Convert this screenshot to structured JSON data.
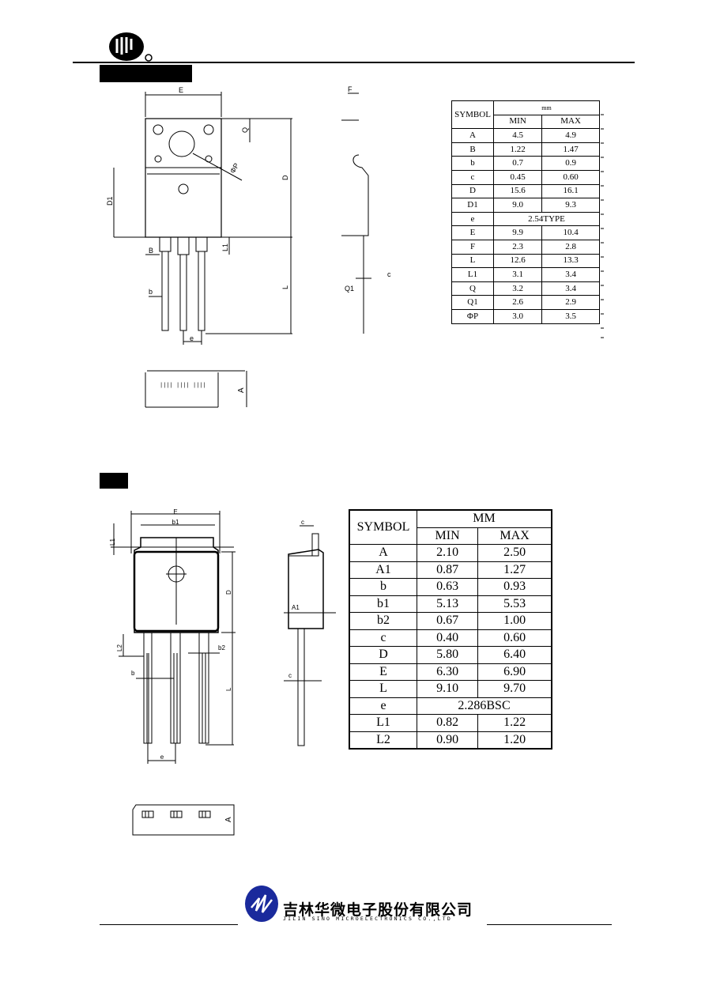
{
  "company": {
    "name_cn": "吉林华微电子股份有限公司",
    "name_en": "JILIN SINO MICROELECTRONICS CO.,LTD"
  },
  "package1": {
    "labels": {
      "E": "E",
      "F": "F",
      "Q": "Q",
      "phiP": "ΦP",
      "D": "D",
      "D1": "D1",
      "B": "B",
      "L1": "L1",
      "b": "b",
      "L": "L",
      "c": "c",
      "Q1": "Q1",
      "e": "e",
      "A": "A"
    },
    "table": {
      "header_symbol": "SYMBOL",
      "header_unit": "mm",
      "header_min": "MIN",
      "header_max": "MAX",
      "rows": [
        {
          "sym": "A",
          "min": "4.5",
          "max": "4.9"
        },
        {
          "sym": "B",
          "min": "1.22",
          "max": "1.47"
        },
        {
          "sym": "b",
          "min": "0.7",
          "max": "0.9"
        },
        {
          "sym": "c",
          "min": "0.45",
          "max": "0.60"
        },
        {
          "sym": "D",
          "min": "15.6",
          "max": "16.1"
        },
        {
          "sym": "D1",
          "min": "9.0",
          "max": "9.3"
        },
        {
          "sym": "e",
          "span": "2.54TYPE"
        },
        {
          "sym": "E",
          "min": "9.9",
          "max": "10.4"
        },
        {
          "sym": "F",
          "min": "2.3",
          "max": "2.8"
        },
        {
          "sym": "L",
          "min": "12.6",
          "max": "13.3"
        },
        {
          "sym": "L1",
          "min": "3.1",
          "max": "3.4"
        },
        {
          "sym": "Q",
          "min": "3.2",
          "max": "3.4"
        },
        {
          "sym": "Q1",
          "min": "2.6",
          "max": "2.9"
        },
        {
          "sym": "ΦP",
          "min": "3.0",
          "max": "3.5"
        }
      ]
    }
  },
  "package2": {
    "labels": {
      "E": "E",
      "b1": "b1",
      "L1": "L1",
      "D": "D",
      "L2": "L2",
      "b2": "b2",
      "b": "b",
      "L": "L",
      "e": "e",
      "c_top": "c",
      "A1": "A1",
      "c_bot": "c",
      "A": "A"
    },
    "table": {
      "header_symbol": "SYMBOL",
      "header_unit": "MM",
      "header_min": "MIN",
      "header_max": "MAX",
      "rows": [
        {
          "sym": "A",
          "min": "2.10",
          "max": "2.50"
        },
        {
          "sym": "A1",
          "min": "0.87",
          "max": "1.27"
        },
        {
          "sym": "b",
          "min": "0.63",
          "max": "0.93"
        },
        {
          "sym": "b1",
          "min": "5.13",
          "max": "5.53"
        },
        {
          "sym": "b2",
          "min": "0.67",
          "max": "1.00"
        },
        {
          "sym": "c",
          "min": "0.40",
          "max": "0.60"
        },
        {
          "sym": "D",
          "min": "5.80",
          "max": "6.40"
        },
        {
          "sym": "E",
          "min": "6.30",
          "max": "6.90"
        },
        {
          "sym": "L",
          "min": "9.10",
          "max": "9.70"
        },
        {
          "sym": "e",
          "span": "2.286BSC"
        },
        {
          "sym": "L1",
          "min": "0.82",
          "max": "1.22"
        },
        {
          "sym": "L2",
          "min": "0.90",
          "max": "1.20"
        }
      ]
    }
  }
}
